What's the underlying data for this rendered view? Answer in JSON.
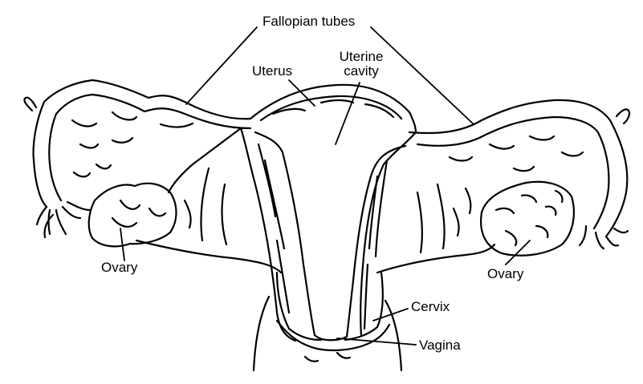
{
  "diagram": {
    "labels": {
      "fallopian_tubes": "Fallopian tubes",
      "uterus": "Uterus",
      "uterine_cavity_line1": "Uterine",
      "uterine_cavity_line2": "cavity",
      "ovary_left": "Ovary",
      "ovary_right": "Ovary",
      "cervix": "Cervix",
      "vagina": "Vagina"
    },
    "colors": {
      "ink": "#000000",
      "paper": "#ffffff"
    }
  }
}
